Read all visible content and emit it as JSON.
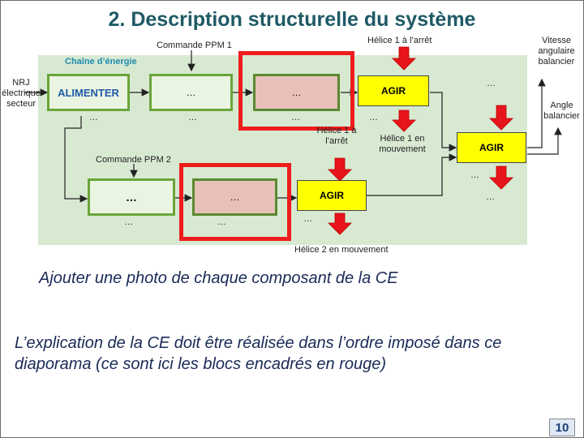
{
  "slide": {
    "title": "2. Description structurelle du système",
    "paragraph1": "Ajouter une photo de chaque composant de la CE",
    "paragraph2": "L’explication de la CE doit être réalisée dans l’ordre imposé dans ce diaporama (ce sont ici les blocs encadrés en rouge)",
    "page_number": "10"
  },
  "diagram": {
    "chain_label": "Chaîne d’énergie",
    "input_label": "NRJ\nélectrique\nsecteur",
    "cmd_ppm1": "Commande PPM 1",
    "cmd_ppm2": "Commande PPM 2",
    "helice1_arret_top": "Hélice 1 à l’arrêt",
    "helice1_arret_mid": "Hélice 1 à\nl’arrêt",
    "helice1_mouvement": "Hélice 1 en\nmouvement",
    "helice2_mouvement": "Hélice 2 en mouvement",
    "vitesse_label": "Vitesse\nangulaire\nbalancier",
    "angle_label": "Angle\nbalancier",
    "block_alimenter": "ALIMENTER",
    "dots": "…",
    "agir": "AGIR"
  },
  "colors": {
    "title": "#1f5a66",
    "diagram_bg": "#d8e9d2",
    "block_border": "#6aa53a",
    "highlight_frame": "#ee1c1c",
    "agir_fill": "#ffff00",
    "arrow_red": "#e8141b",
    "text_italic": "#1a2a57"
  }
}
